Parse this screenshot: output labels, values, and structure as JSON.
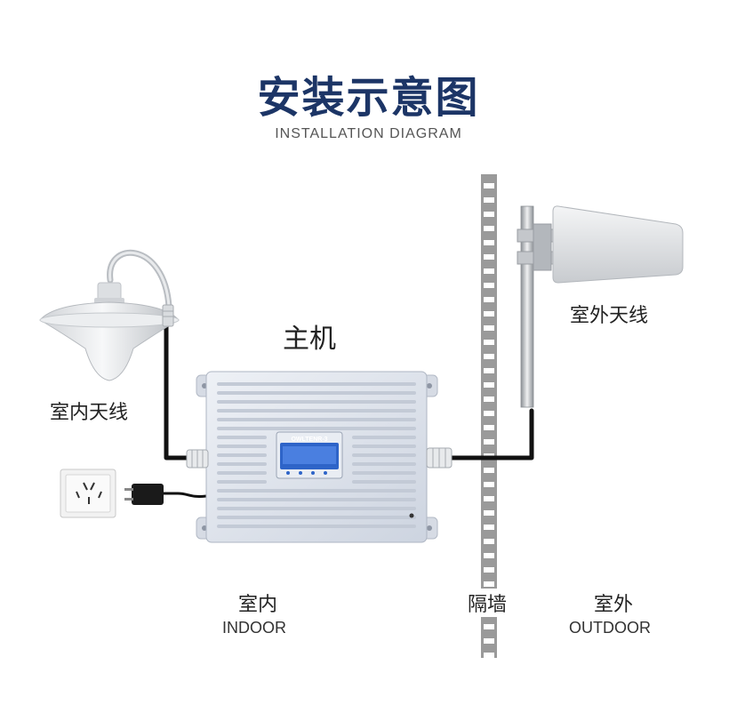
{
  "title": {
    "cn": "安装示意图",
    "en": "INSTALLATION DIAGRAM"
  },
  "labels": {
    "indoor_antenna": "室内天线",
    "outdoor_antenna": "室外天线",
    "host": "主机",
    "indoor_cn": "室内",
    "indoor_en": "INDOOR",
    "wall": "隔墙",
    "outdoor_cn": "室外",
    "outdoor_en": "OUTDOOR"
  },
  "device": {
    "brand": "OWLTENR-3"
  },
  "colors": {
    "title": "#1c3566",
    "cable": "#111111",
    "device_body": "#dfe5ef",
    "lcd": "#2e64c8",
    "wall_stripe": "#9a9a9a"
  },
  "icons": [
    "ceiling-antenna-icon",
    "yagi-antenna-icon",
    "power-socket-icon",
    "power-plug-icon",
    "repeater-device-icon"
  ]
}
